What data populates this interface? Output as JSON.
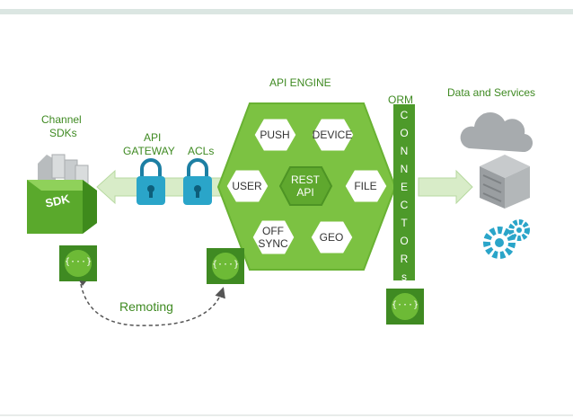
{
  "labels": {
    "api_engine": "API ENGINE",
    "channel_sdks_line1": "Channel",
    "channel_sdks_line2": "SDKs",
    "api_gateway_line1": "API",
    "api_gateway_line2": "GATEWAY",
    "acls": "ACLs",
    "orm": "ORM",
    "data_and_services": "Data and Services",
    "remoting": "Remoting",
    "sdk_box": "SDK"
  },
  "hexagons": {
    "push": "PUSH",
    "device": "DEVICE",
    "user": "USER",
    "rest_line1": "REST",
    "rest_line2": "API",
    "file": "FILE",
    "off_sync_line1": "OFF",
    "off_sync_line2": "SYNC",
    "geo": "GEO"
  },
  "connectors_letters": [
    "C",
    "O",
    "N",
    "N",
    "E",
    "C",
    "T",
    "O",
    "R",
    "s"
  ],
  "badge_text": "{···}",
  "colors": {
    "green": "#6dba36",
    "dark_green": "#3f8a22",
    "light_green": "#cfe8c0",
    "blue": "#2aa5c9",
    "gray": "#9aa0a3"
  },
  "icons": [
    "sdk-box-icon",
    "padlock-icon",
    "cloud-icon",
    "server-icon",
    "gears-icon",
    "json-badge-icon"
  ]
}
